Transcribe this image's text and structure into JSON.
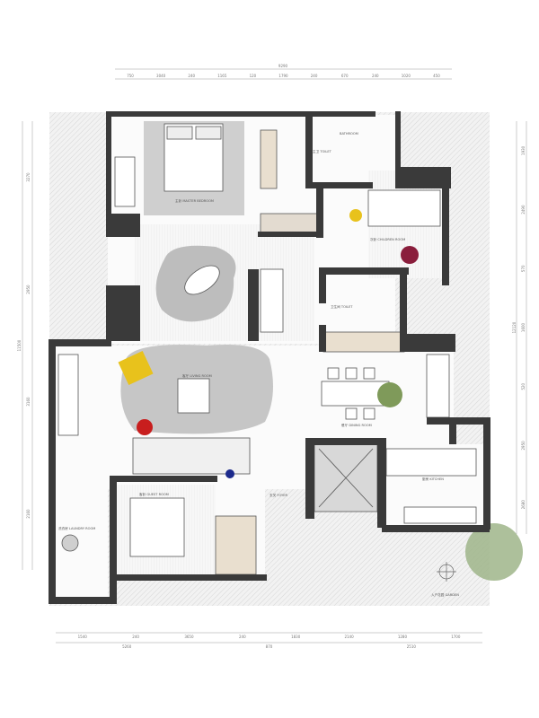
{
  "dimensions": {
    "top_total": "9290",
    "top_segments": [
      "750",
      "3040",
      "240",
      "1165",
      "120",
      "1790",
      "240",
      "670",
      "240",
      "1020",
      "450"
    ],
    "bottom_segments": [
      "1540",
      "240",
      "3650",
      "240",
      "1830",
      "2140",
      "1280",
      "1700"
    ],
    "bottom_totals": [
      "5260",
      "870",
      "2510"
    ],
    "left_segments": [
      "3270",
      "2950",
      "3160",
      "2160"
    ],
    "left_total": "11500",
    "right_segments": [
      "1930",
      "2490",
      "570",
      "1600",
      "520",
      "2950",
      "2680"
    ],
    "right_total": "12120"
  },
  "rooms": {
    "master_bedroom": "主卧 MASTER BEDROOM",
    "master_toilet": "主卫 TOILET",
    "master_bath": "BATHROOM",
    "children_room": "次卧 CHILDREN ROOM",
    "toilet": "卫生间 TOILET",
    "living_room": "客厅 LIVING ROOM",
    "dining_room": "餐厅 DINING ROOM",
    "kitchen": "厨房 KITCHEN",
    "laundry": "洗衣房 LAUNDRY ROOM",
    "guest_room": "客卧 GUEST ROOM",
    "foyer": "玄关 FOYER",
    "garden": "入户花园 GARDEN"
  },
  "colors": {
    "wall": "#3a3a3a",
    "rug": "#c9c9c9",
    "hatch": "#e2e2e2",
    "accent_yellow": "#e8c21c",
    "accent_red": "#c81e1e",
    "accent_blue": "#1c2a8c",
    "plant": "#7f9a5a"
  }
}
